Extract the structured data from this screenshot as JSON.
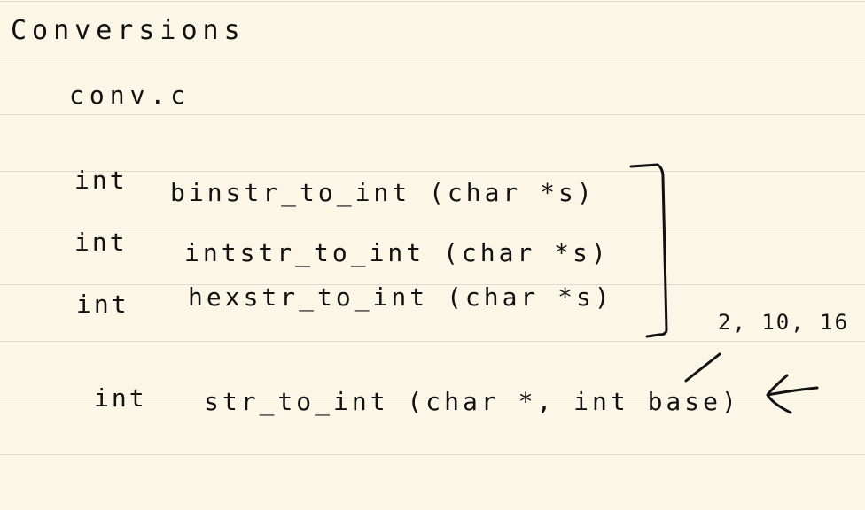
{
  "note": {
    "title": "Conversions",
    "filename": "conv.c",
    "functions": [
      {
        "return_type": "int",
        "signature": "binstr_to_int (char *s)"
      },
      {
        "return_type": "int",
        "signature": "intstr_to_int (char *s)"
      },
      {
        "return_type": "int",
        "signature": "hexstr_to_int (char *s)"
      }
    ],
    "general": {
      "return_type": "int",
      "signature": "str_to_int (char *, int base)"
    },
    "bases_annotation": "2, 10, 16"
  }
}
